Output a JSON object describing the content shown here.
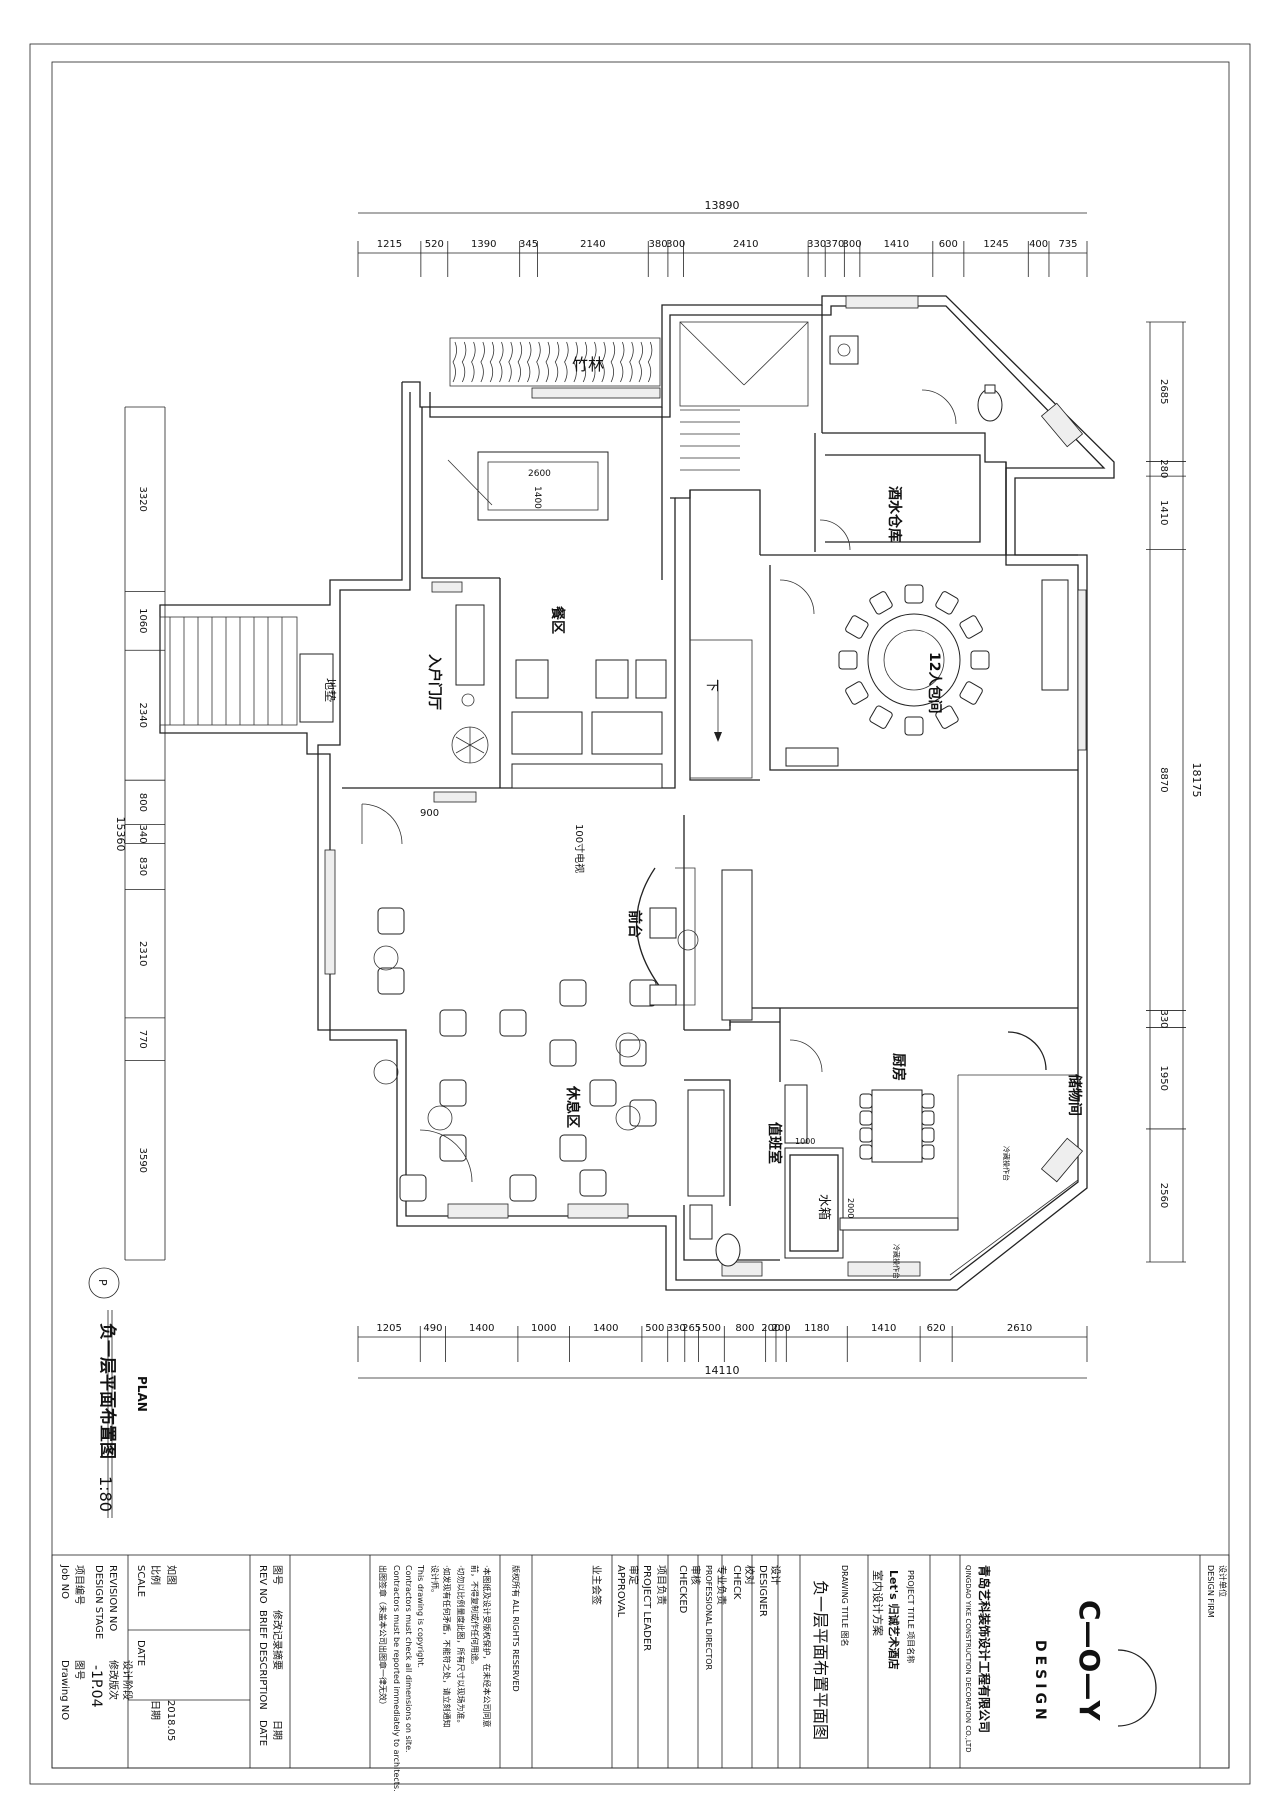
{
  "drawing": {
    "title": "负一层平面布置图",
    "plan_label": "PLAN",
    "scale": "1:80",
    "marker": "P"
  },
  "dimensions": {
    "top_total": "13890",
    "top": [
      "1215",
      "520",
      "1390",
      "345",
      "2140",
      "380",
      "300",
      "2410",
      "330",
      "370",
      "300",
      "1410",
      "600",
      "1245",
      "400",
      "735"
    ],
    "bottom_total": "14110",
    "bottom": [
      "1205",
      "490",
      "1400",
      "1000",
      "1400",
      "500",
      "330",
      "265",
      "500",
      "800",
      "200",
      "200",
      "1180",
      "1410",
      "620",
      "2610"
    ],
    "left_total": "15360",
    "left": [
      "3320",
      "1060",
      "2340",
      "800",
      "340",
      "830",
      "2310",
      "770",
      "3590"
    ],
    "right_total": "18175",
    "right": [
      "2685",
      "280",
      "1410",
      "8870",
      "330",
      "1950",
      "2560"
    ],
    "interior": [
      "2600",
      "1400",
      "900",
      "1000",
      "2000"
    ]
  },
  "rooms": {
    "bamboo": "竹林",
    "dining": "餐区",
    "entry": "入户门厅",
    "doormat": "地垫",
    "wine_store": "酒水仓库",
    "private_room": "12人包间",
    "front_desk": "前台",
    "tv": "100寸电视",
    "lounge": "休息区",
    "kitchen": "厨房",
    "storage": "储物间",
    "duty_room": "值班室",
    "water_tank": "水箱",
    "cabinet1": "冷藏操作台",
    "cabinet2": "冷藏操作台",
    "down": "下"
  },
  "title_block": {
    "design_firm_label": "DESIGN FIRM",
    "design_firm_cn": "设计单位",
    "company_cn": "青岛艺科装饰设计工程有限公司",
    "company_en": "QINGDAO YIKE CONSTRUCTION DECORATION CO.,LTD",
    "logo_text": "DESIGN",
    "project_title_label": "PROJECT TITLE  项目名称",
    "project_name": "Let's 归诚艺术酒店",
    "project_sub": "室内设计方案",
    "drawing_title_label": "DRAWING TITLE  图名",
    "drawing_title": "负一层平面布置平面图",
    "designer_label": "DESIGNER",
    "designer_cn": "设计",
    "check_label": "CHECK",
    "check_cn": "校对",
    "prof_director": "PROFESSIONAL DIRECTOR",
    "prof_director_cn": "专业负责",
    "checked": "CHECKED",
    "checked_cn": "审核",
    "project_leader": "PROJECT LEADER",
    "project_leader_cn": "项目负责",
    "approval": "APPROVAL",
    "approval_cn": "审定",
    "owner": "业主会签",
    "rights": "版权所有 ALL RIGHTS RESERVED",
    "note1": "·本图纸及设计受版权保护，在未经本公司同意",
    "note1b": "前，不得复制或作任何用途。",
    "note2": "·切勿以比例量度此图，所有尺寸以现场为准。",
    "note3": "·如发现有任何矛盾，不能符之处，请立刻通知",
    "note3b": "设计师。",
    "note_en1": "This drawing is copyright.",
    "note_en2": "Contractors must check all dimensions on site.",
    "note_en3": "Contractors must be reported immediately to architects.",
    "stamp": "出图签章（未盖本公司出图章一律无效）",
    "rev_no": "REV NO",
    "rev_no_cn": "图号",
    "brief": "BRIEF DESCRIPTION",
    "brief_cn": "修改记录摘要",
    "date": "DATE",
    "date_cn": "日期",
    "scale_label": "SCALE",
    "scale_cn": "比例",
    "scale_val": "如图",
    "date2": "DATE",
    "date2_cn": "日期",
    "date_val": "2018.05",
    "stage": "DESIGN STAGE",
    "stage_cn": "设计阶段",
    "rev_label": "REVISION NO",
    "rev_label_cn": "修改版次",
    "job": "Job NO",
    "job_cn": "项目编号",
    "drawing_no": "Drawing NO",
    "drawing_no_cn": "图号",
    "drawing_no_val": "-1P.04"
  }
}
